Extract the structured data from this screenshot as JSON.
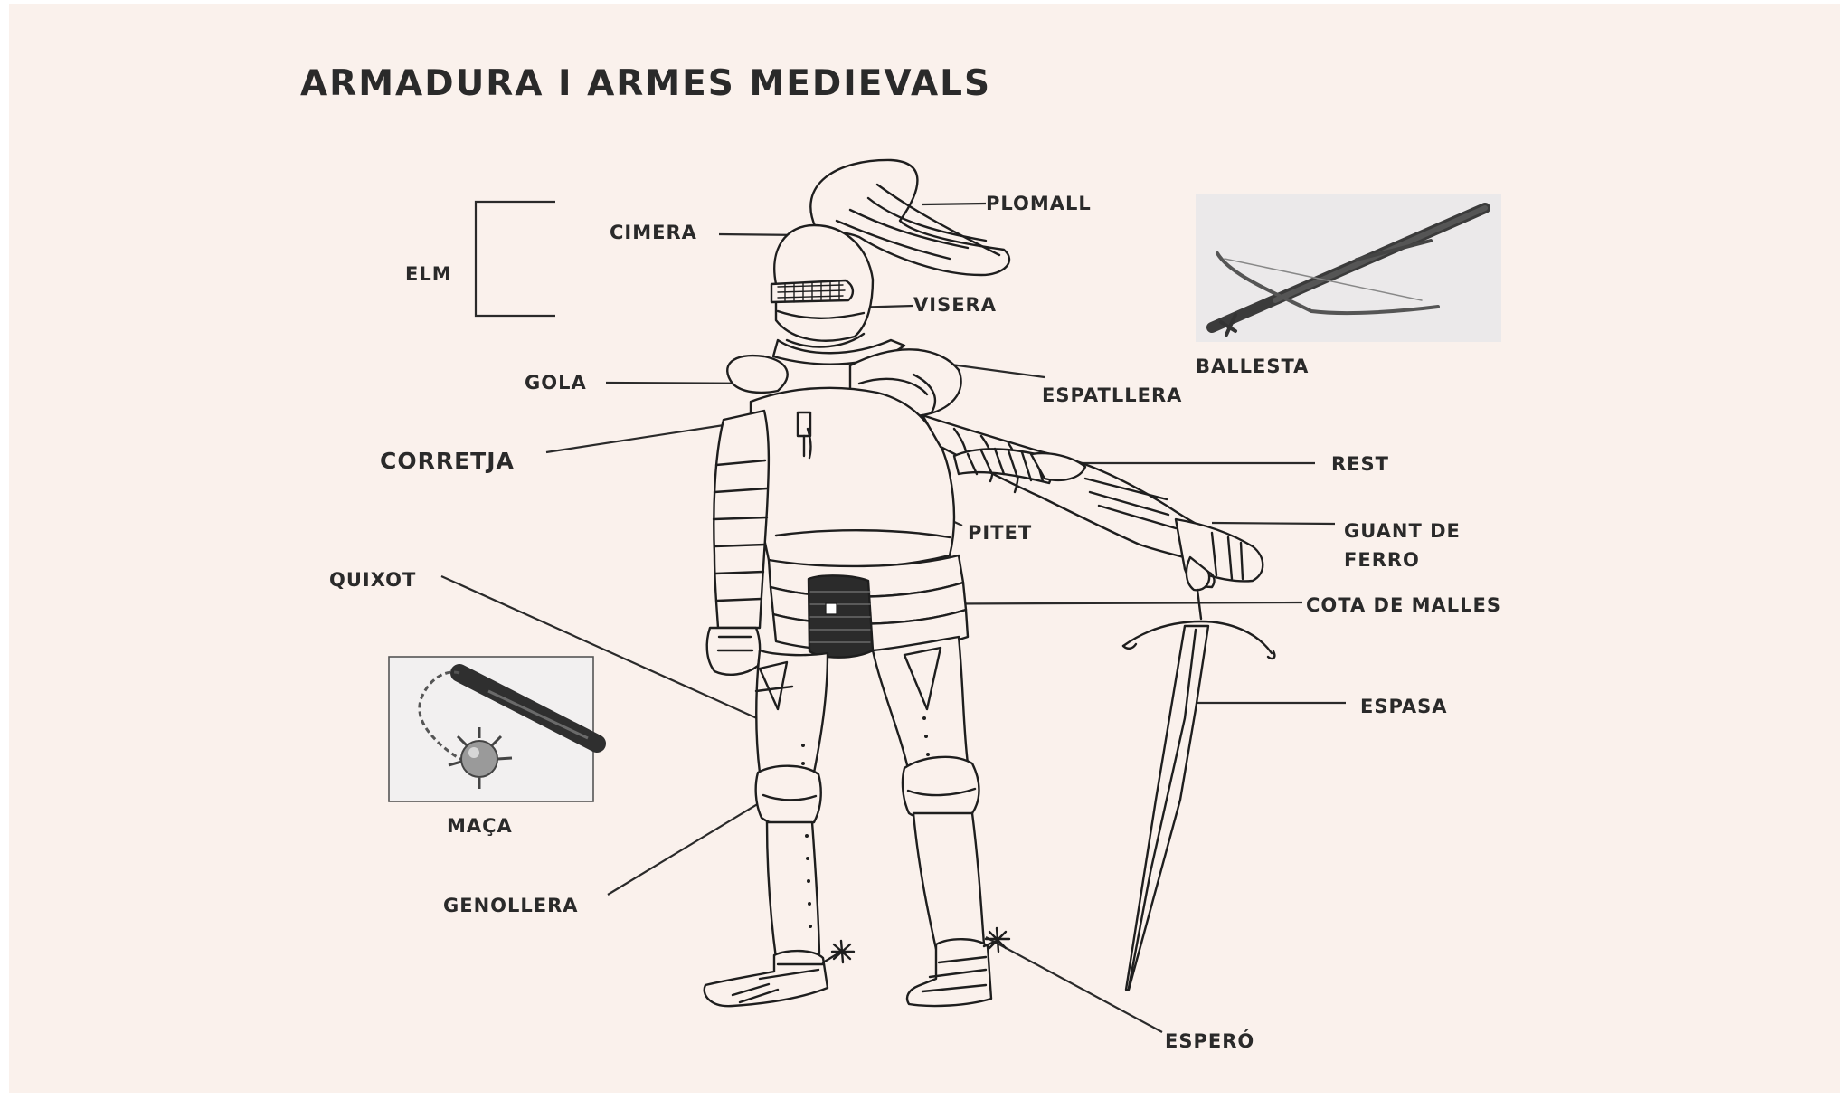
{
  "title": "ARMADURA I ARMES MEDIEVALS",
  "labels": {
    "elm": "ELM",
    "cimera": "CIMERA",
    "plomall": "PLOMALL",
    "visera": "VISERA",
    "gola": "GOLA",
    "espatllera": "ESPATLLERA",
    "corretja": "CORRETJA",
    "rest": "REST",
    "pitet": "PITET",
    "guant_line1": "GUANT DE",
    "guant_line2": "FERRO",
    "quixot": "QUIXOT",
    "cota": "COTA DE MALLES",
    "espasa": "ESPASA",
    "maca": "MAÇA",
    "genollera": "GENOLLERA",
    "espero": "ESPERÓ",
    "ballesta": "BALLESTA"
  },
  "colors": {
    "paper": "#faf1ec",
    "ink": "#2a2a2a",
    "photo_bg": "#f0eeee"
  }
}
